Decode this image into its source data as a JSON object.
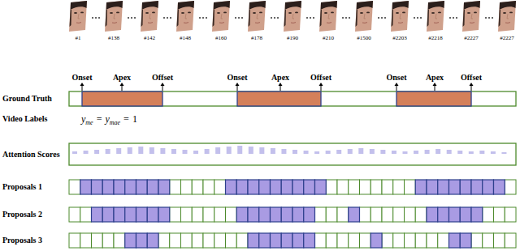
{
  "diagram": {
    "labels": [
      "#1",
      "#138",
      "#142",
      "#148",
      "#160",
      "#178",
      "#190",
      "#210",
      "#1500",
      "#2203",
      "#2218",
      "#2227",
      "#2227",
      "Onset",
      "Apex",
      "Offset",
      "Onset",
      "Apex",
      "Offset",
      "Onset",
      "Apex",
      "Offset",
      "Ground Truth",
      "Video Labels",
      "y",
      "me",
      "=",
      "y",
      "mae",
      "=",
      "1",
      "Attention Scores",
      "Proposals 1",
      "Proposals 2",
      "Proposals 3"
    ]
  }
}
